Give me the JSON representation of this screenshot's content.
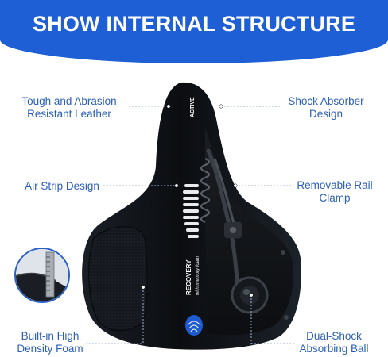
{
  "banner": {
    "title": "SHOW INTERNAL STRUCTURE"
  },
  "callouts": {
    "tough_leather": [
      "Tough and Abrasion",
      "Resistant Leather"
    ],
    "shock_absorber": [
      "Shock Absorber",
      "Design"
    ],
    "air_strip": "Air Strip Design",
    "rail_clamp": [
      "Removable Rail",
      "Clamp"
    ],
    "foam": [
      "Built-in High",
      "Density Foam"
    ],
    "dual_shock": [
      "Dual-Shock",
      "Absorbing Ball"
    ]
  },
  "seat_print": {
    "brand": "ACTIVE",
    "recovery": "RECOVERY",
    "memory": "with memory foam"
  },
  "colors": {
    "banner": "#1f5fd6",
    "callout_text": "#2b5fb8",
    "leader_line": "#9fb3d6",
    "seat": "#0e1117"
  }
}
